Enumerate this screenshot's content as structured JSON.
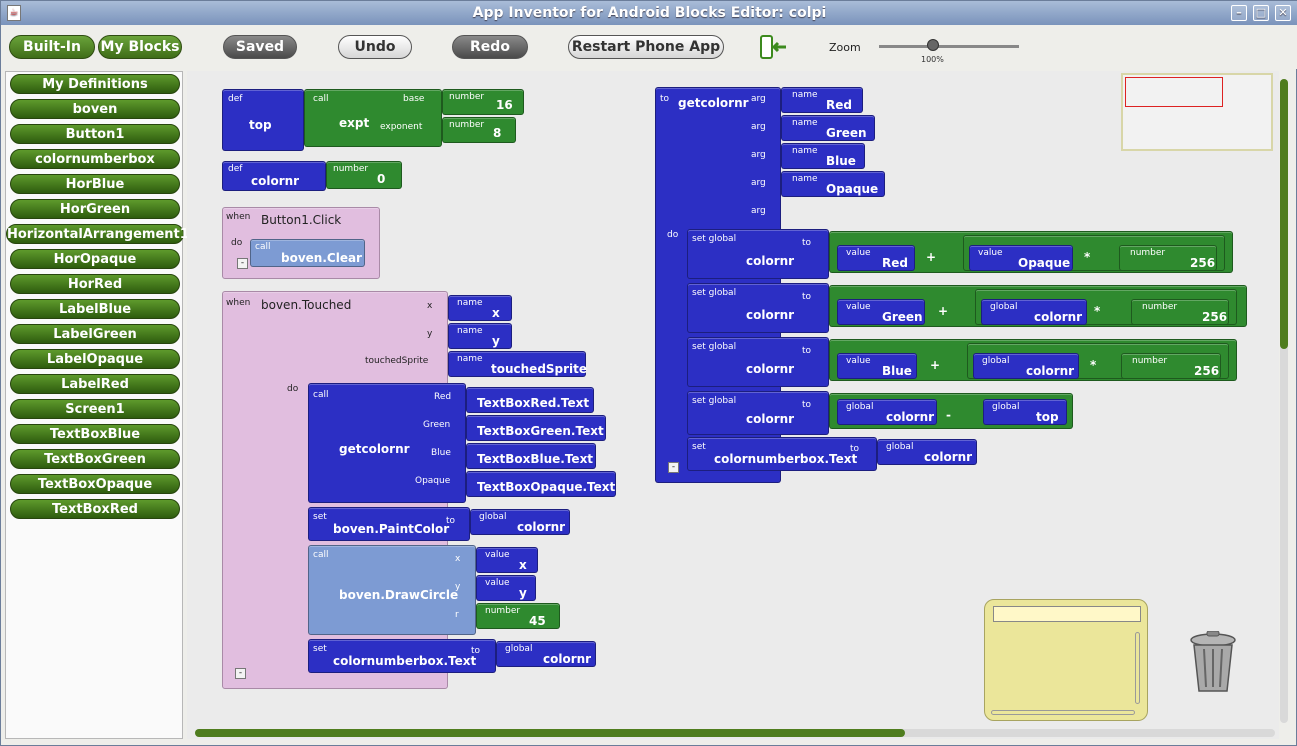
{
  "window": {
    "title": "App Inventor for Android Blocks Editor: colpi",
    "controls": [
      "–",
      "□",
      "✕"
    ]
  },
  "toolbar": {
    "builtin": "Built-In",
    "myblocks": "My Blocks",
    "saved": "Saved",
    "undo": "Undo",
    "redo": "Redo",
    "restart": "Restart Phone App",
    "zoom_label": "Zoom",
    "zoom_value": "100%"
  },
  "drawer": {
    "items": [
      "My Definitions",
      "boven",
      "Button1",
      "colornumberbox",
      "HorBlue",
      "HorGreen",
      "HorizontalArrangement1",
      "HorOpaque",
      "HorRed",
      "LabelBlue",
      "LabelGreen",
      "LabelOpaque",
      "LabelRed",
      "Screen1",
      "TextBoxBlue",
      "TextBoxGreen",
      "TextBoxOpaque",
      "TextBoxRed"
    ]
  },
  "blocks": {
    "def_top": {
      "kw": "def",
      "name": "top",
      "call": "call",
      "fn": "expt",
      "base": "base",
      "exponent": "exponent",
      "num_kw": "number",
      "base_val": "16",
      "exp_val": "8"
    },
    "def_colornr": {
      "kw": "def",
      "name": "colornr",
      "num_kw": "number",
      "val": "0"
    },
    "when_click": {
      "kw": "when",
      "event": "Button1.Click",
      "do": "do",
      "call": "call",
      "fn": "boven.Clear",
      "collapse": "-"
    },
    "when_touched": {
      "kw": "when",
      "event": "boven.Touched",
      "x": "x",
      "y": "y",
      "ts": "touchedSprite",
      "name_kw": "name",
      "vx": "x",
      "vy": "y",
      "vts": "touchedSprite",
      "do": "do",
      "collapse": "-",
      "call": "call",
      "fn": "getcolornr",
      "red": "Red",
      "green": "Green",
      "blue": "Blue",
      "opaque": "Opaque",
      "tb_red": "TextBoxRed.Text",
      "tb_green": "TextBoxGreen.Text",
      "tb_blue": "TextBoxBlue.Text",
      "tb_opaque": "TextBoxOpaque.Text",
      "set": "set",
      "paint": "boven.PaintColor",
      "to": "to",
      "global": "global",
      "colornr": "colornr",
      "draw_call": "call",
      "draw": "boven.DrawCircle",
      "dx": "x",
      "dy": "y",
      "dr": "r",
      "value_kw": "value",
      "number_kw": "number",
      "radius": "45",
      "set2": "set",
      "cnb": "colornumberbox.Text",
      "to2": "to"
    },
    "to_getcolornr": {
      "kw": "to",
      "name": "getcolornr",
      "arg": "arg",
      "name_kw": "name",
      "a1": "Red",
      "a2": "Green",
      "a3": "Blue",
      "a4": "Opaque",
      "do": "do",
      "collapse": "-",
      "setg": "set global",
      "colornr": "colornr",
      "to": "to",
      "value_kw": "value",
      "global_kw": "global",
      "number_kw": "number",
      "plus": "+",
      "times": "*",
      "minus": "-",
      "n256": "256",
      "vRed": "Red",
      "vOpaque": "Opaque",
      "vGreen": "Green",
      "vBlue": "Blue",
      "top": "top",
      "set": "set",
      "cnb": "colornumberbox.Text"
    }
  }
}
